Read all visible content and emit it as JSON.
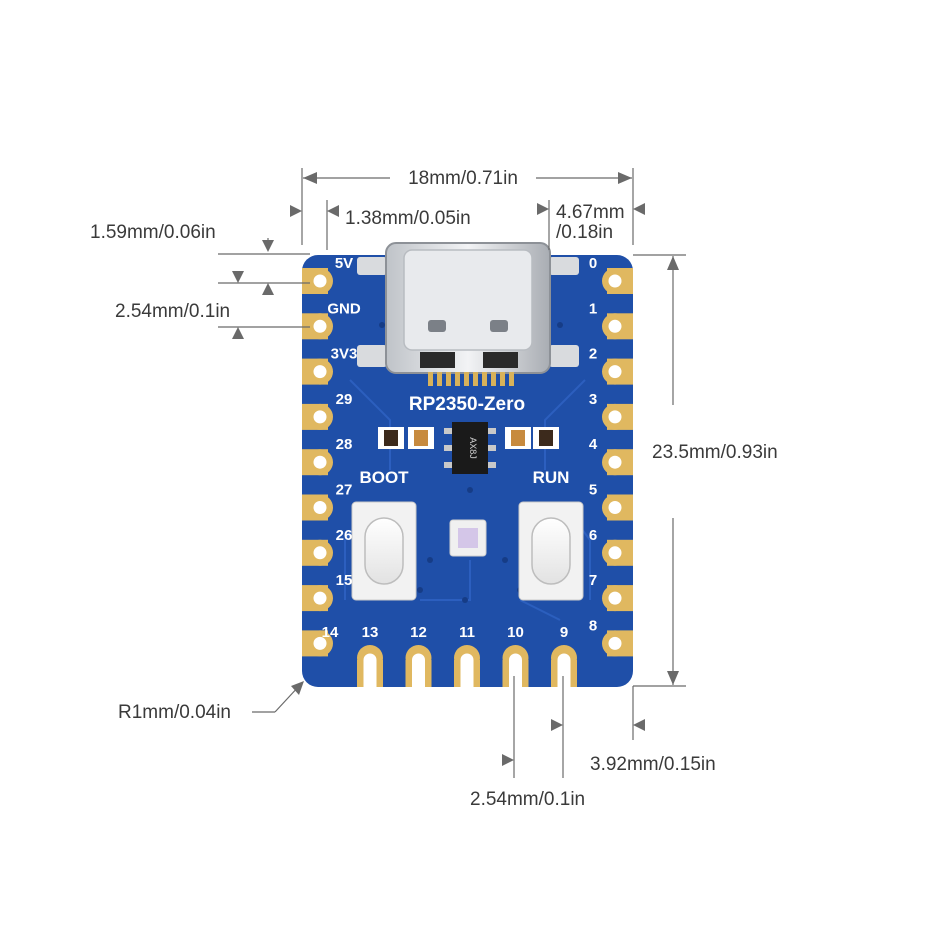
{
  "board": {
    "name": "RP2350-Zero",
    "buttons": {
      "boot": "BOOT",
      "run": "RUN"
    },
    "chip_marking": "AX8J",
    "left_pins": [
      "5V",
      "GND",
      "3V3",
      "29",
      "28",
      "27",
      "26",
      "15",
      "14"
    ],
    "right_pins": [
      "0",
      "1",
      "2",
      "3",
      "4",
      "5",
      "6",
      "7",
      "8"
    ],
    "bottom_pins": [
      "13",
      "12",
      "11",
      "10",
      "9"
    ]
  },
  "dimensions": {
    "width": "18mm/0.71in",
    "usb_offset": "1.38mm/0.05in",
    "right_offset_line1": "4.67mm",
    "right_offset_line2": "/0.18in",
    "edge_offset": "1.59mm/0.06in",
    "pin_pitch_left": "2.54mm/0.1in",
    "height": "23.5mm/0.93in",
    "corner_radius": "R1mm/0.04in",
    "bottom_offset": "3.92mm/0.15in",
    "pin_pitch_bottom": "2.54mm/0.1in"
  },
  "colors": {
    "pcb": "#1f4fa8",
    "pad": "#e0b860",
    "silkscreen": "#ffffff"
  }
}
